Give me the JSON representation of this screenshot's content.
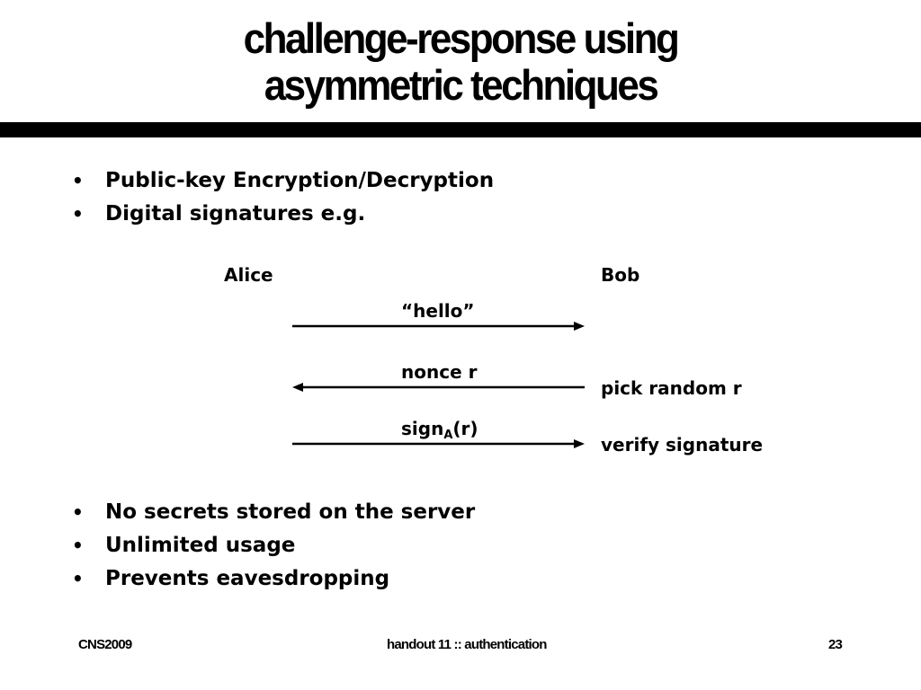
{
  "title": {
    "line1": "challenge-response using",
    "line2": "asymmetric techniques"
  },
  "bullets_top": [
    "Public-key Encryption/Decryption",
    "Digital signatures e.g."
  ],
  "bullet_glyph": "•",
  "diagram": {
    "alice": "Alice",
    "bob": "Bob",
    "messages": [
      {
        "label": "“hello”",
        "direction": "to-bob",
        "note": ""
      },
      {
        "label": "nonce r",
        "direction": "to-alice",
        "note": "pick random r"
      },
      {
        "label_main": "sign",
        "label_sub": "A",
        "label_tail": "(r)",
        "direction": "to-bob",
        "note": "verify signature"
      }
    ]
  },
  "bullets_bottom": [
    "No secrets stored on the server",
    "Unlimited usage",
    "Prevents eavesdropping"
  ],
  "footer": {
    "left": "CNS2009",
    "center": "handout 11 :: authentication",
    "right": "23"
  }
}
